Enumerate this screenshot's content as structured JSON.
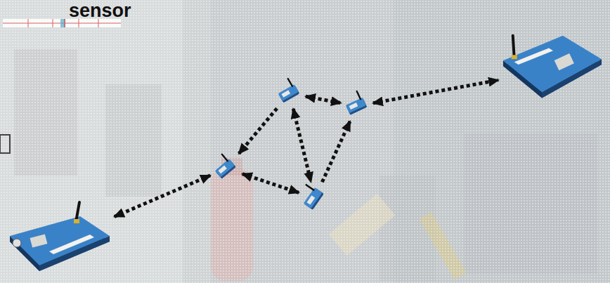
{
  "diagram": {
    "title": "sensor",
    "nodes": [
      {
        "text": []
      },
      {
        "text": []
      },
      {
        "text": []
      },
      {
        "text": []
      },
      {
        "text": []
      },
      {
        "text": []
      }
    ],
    "edges": [
      {
        "from": 5,
        "to": 3,
        "arrow": "both"
      },
      {
        "from": 0,
        "to": 3,
        "arrow": "to"
      },
      {
        "from": 0,
        "to": 1,
        "arrow": "both"
      },
      {
        "from": 1,
        "to": 2,
        "arrow": "both"
      },
      {
        "from": 3,
        "to": 4,
        "arrow": "both"
      },
      {
        "from": 0,
        "to": 4,
        "arrow": "both"
      },
      {
        "from": 4,
        "to": 1,
        "arrow": "to"
      }
    ]
  }
}
